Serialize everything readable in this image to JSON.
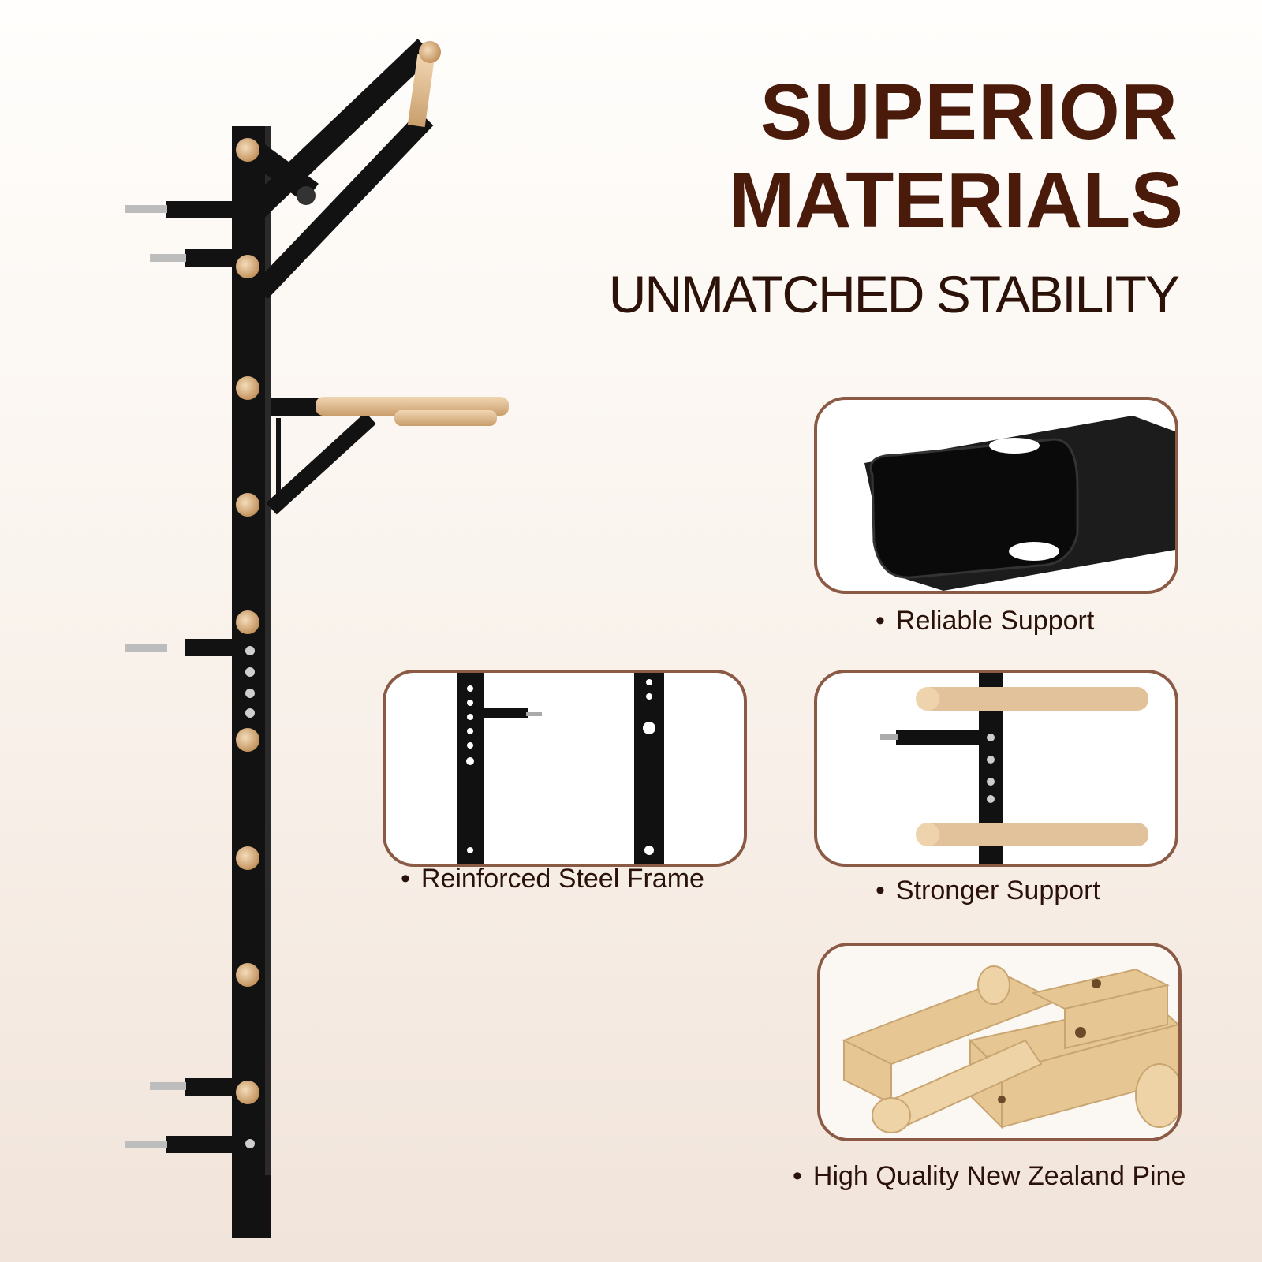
{
  "headline": {
    "line1": "SUPERIOR",
    "line2": "MATERIALS",
    "subtitle": "UNMATCHED STABILITY"
  },
  "features": [
    {
      "label": "Reliable Support",
      "bullet": "•"
    },
    {
      "label": "Reinforced Steel Frame",
      "bullet": "•"
    },
    {
      "label": "Stronger Support",
      "bullet": "•"
    },
    {
      "label": "High Quality New Zealand Pine",
      "bullet": "•"
    }
  ],
  "colors": {
    "title": "#4a1a0a",
    "panel_border": "#8a5a45",
    "steel": "#111111",
    "wood": "#e2c29a"
  }
}
